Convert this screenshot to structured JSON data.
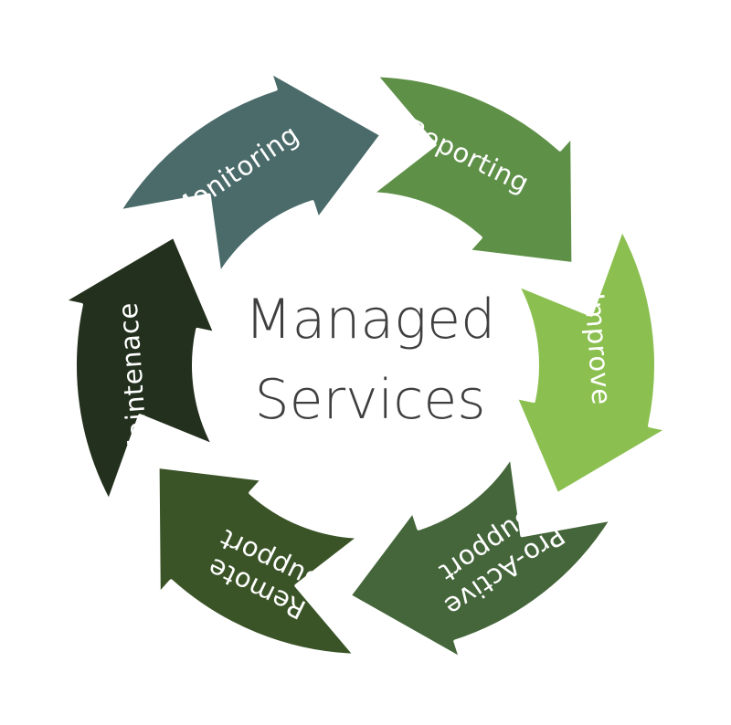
{
  "center": {
    "line1": "Managed",
    "line2": "Services"
  },
  "segments": [
    {
      "label_lines": [
        "Reporting"
      ],
      "color": "#5f9048"
    },
    {
      "label_lines": [
        "Improve"
      ],
      "color": "#8bc050"
    },
    {
      "label_lines": [
        "Pro-Active",
        "Support"
      ],
      "color": "#44663a"
    },
    {
      "label_lines": [
        "Remote",
        "Support"
      ],
      "color": "#3a5428"
    },
    {
      "label_lines": [
        "Maintenace"
      ],
      "color": "#22301d"
    },
    {
      "label_lines": [
        "Monitoring"
      ],
      "color": "#4a6b6a"
    }
  ],
  "colors": {
    "background": "#ffffff",
    "center_text": "#3f3f3f",
    "segment_text": "#ffffff"
  }
}
